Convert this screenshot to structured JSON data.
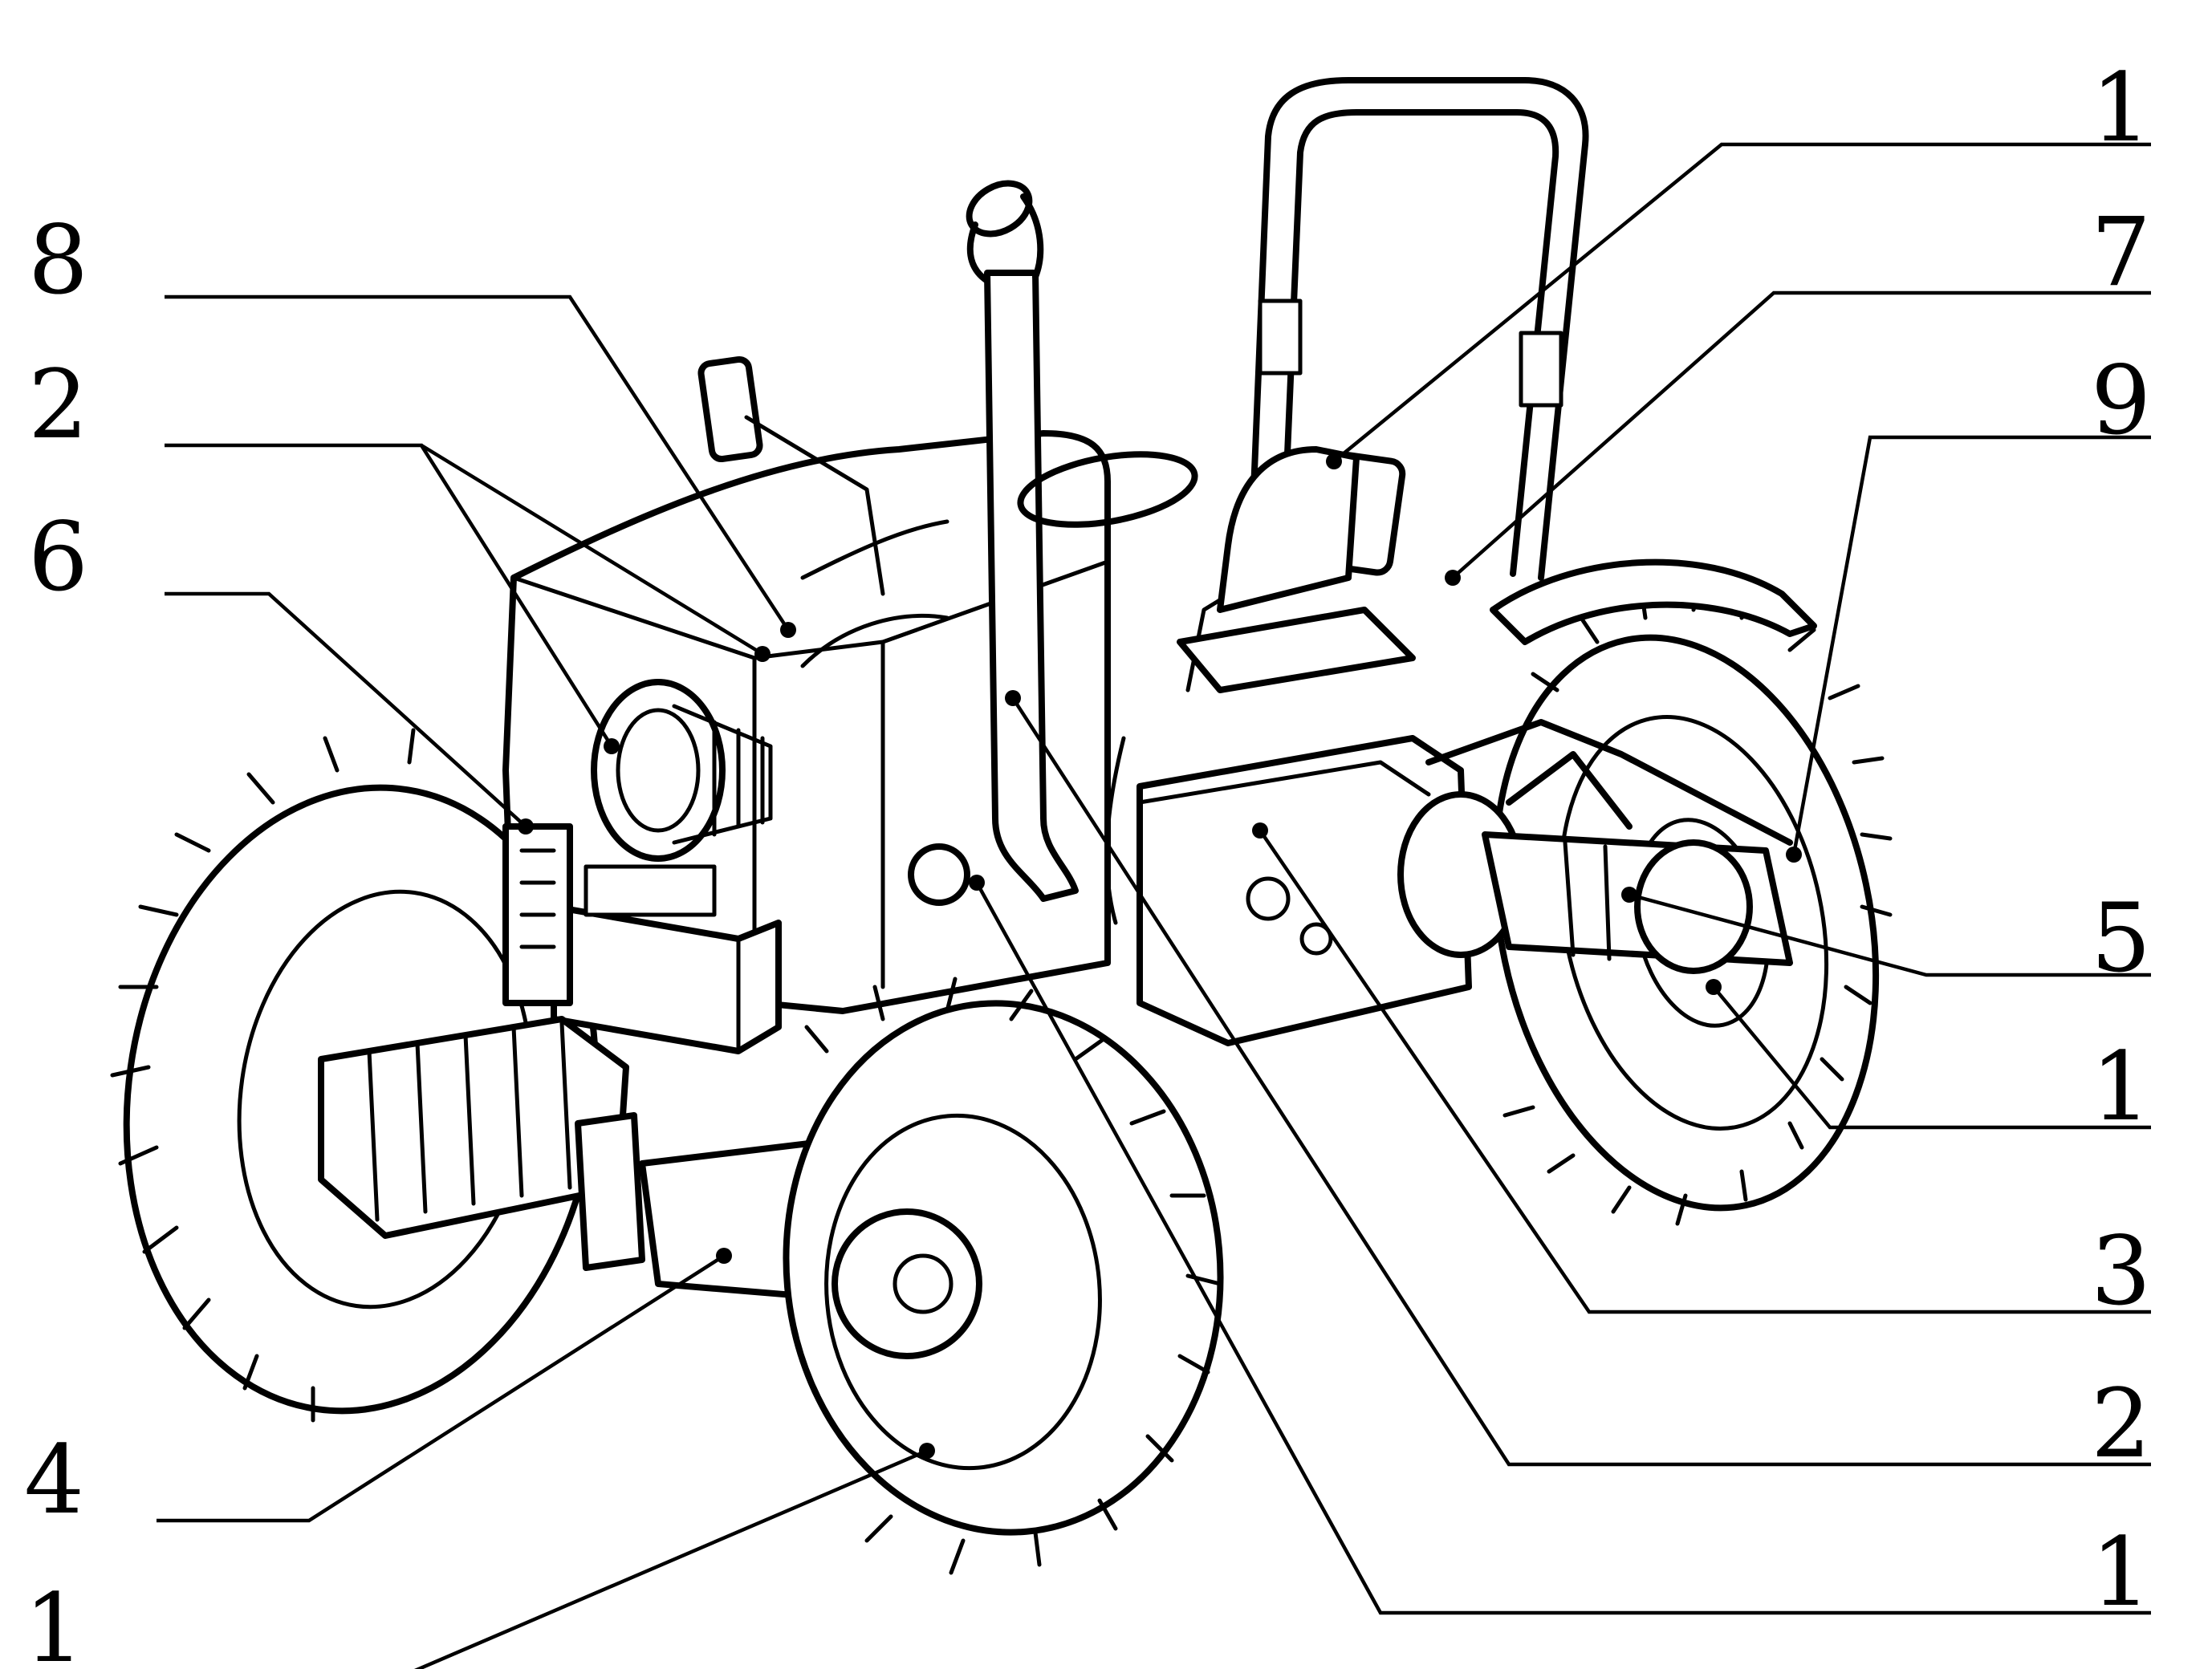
{
  "callouts": [
    {
      "id": "c-right-1a",
      "label": "1"
    },
    {
      "id": "c-right-7",
      "label": "7"
    },
    {
      "id": "c-right-9",
      "label": "9"
    },
    {
      "id": "c-right-5",
      "label": "5"
    },
    {
      "id": "c-right-1b",
      "label": "1"
    },
    {
      "id": "c-right-3",
      "label": "3"
    },
    {
      "id": "c-right-2",
      "label": "2"
    },
    {
      "id": "c-right-1c",
      "label": "1"
    },
    {
      "id": "c-left-8",
      "label": "8"
    },
    {
      "id": "c-left-2",
      "label": "2"
    },
    {
      "id": "c-left-6",
      "label": "6"
    },
    {
      "id": "c-left-4",
      "label": "4"
    },
    {
      "id": "c-left-1",
      "label": "1"
    }
  ]
}
